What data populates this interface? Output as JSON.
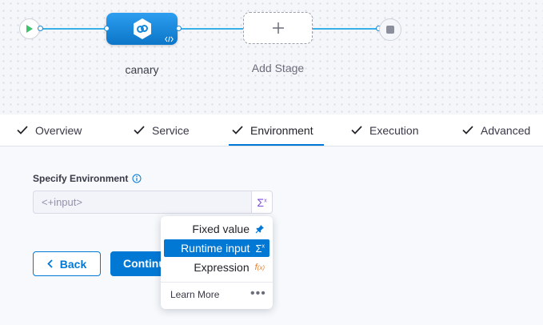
{
  "pipeline": {
    "stage_name": "canary",
    "add_stage_label": "Add Stage",
    "accent_color": "#0278d5",
    "connector_color": "#38b0e8"
  },
  "tabs": [
    {
      "label": "Overview",
      "completed": true,
      "active": false
    },
    {
      "label": "Service",
      "completed": true,
      "active": false
    },
    {
      "label": "Environment",
      "completed": true,
      "active": true
    },
    {
      "label": "Execution",
      "completed": true,
      "active": false
    },
    {
      "label": "Advanced",
      "completed": true,
      "active": false
    }
  ],
  "form": {
    "field_label": "Specify Environment",
    "input_value": "<+input>",
    "back_label": "Back",
    "continue_label": "Continue"
  },
  "popover": {
    "items": [
      {
        "label": "Fixed value",
        "icon": "pin-icon",
        "selected": false
      },
      {
        "label": "Runtime input",
        "icon": "sigma-icon",
        "selected": true
      },
      {
        "label": "Expression",
        "icon": "function-icon",
        "selected": false
      }
    ],
    "learn_more": "Learn More",
    "more_icon": "more-dots-icon"
  }
}
